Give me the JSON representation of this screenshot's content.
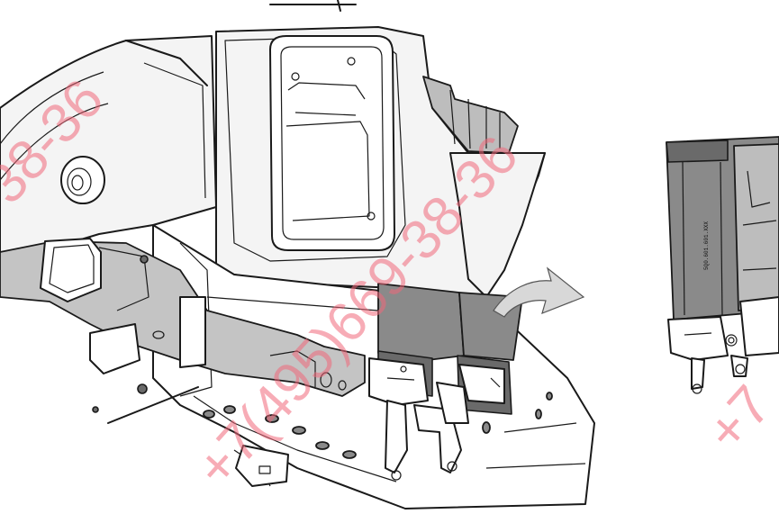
{
  "part_label": "5Q0.601.601.XXX",
  "watermark": {
    "text_1": "+7(495)669-38-36",
    "text_2": "38-36",
    "text_3": "+7",
    "color": "#f0677a"
  }
}
